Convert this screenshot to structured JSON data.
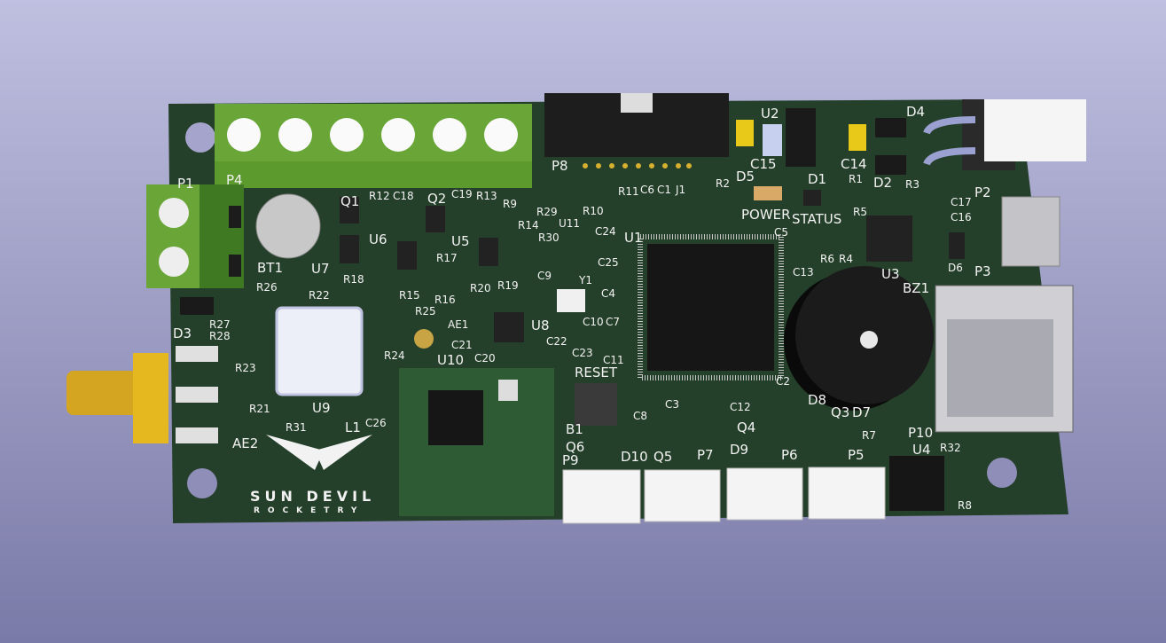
{
  "board": {
    "soldermask_color": "#25402a",
    "terminal_color": "#6aa637",
    "logo": {
      "line1": "SUN DEVIL",
      "line2": "ROCKETRY"
    }
  },
  "silkscreen_labels": {
    "P1": "P1",
    "P4": "P4",
    "Q1": "Q1",
    "R12": "R12",
    "C18": "C18",
    "Q2": "Q2",
    "C19": "C19",
    "R13": "R13",
    "R9": "R9",
    "R29": "R29",
    "U11": "U11",
    "R30": "R30",
    "C24": "C24",
    "R10": "R10",
    "R11": "R11",
    "C6": "C6",
    "C1": "C1",
    "J1": "J1",
    "P8": "P8",
    "R2": "R2",
    "D5": "D5",
    "D1": "D1",
    "R1": "R1",
    "D2": "D2",
    "R3": "R3",
    "C15": "C15",
    "U2": "U2",
    "C14": "C14",
    "D4": "D4",
    "P2": "P2",
    "POWER": "POWER",
    "STATUS": "STATUS",
    "C5": "C5",
    "R5": "R5",
    "C17": "C17",
    "C16": "C16",
    "U1": "U1",
    "R6": "R6",
    "R4": "R4",
    "C13": "C13",
    "U3": "U3",
    "D6": "D6",
    "P3": "P3",
    "BZ1": "BZ1",
    "BT1": "BT1",
    "U7": "U7",
    "U6": "U6",
    "U5": "U5",
    "R14": "R14",
    "R17": "R17",
    "R18": "R18",
    "R15": "R15",
    "R16": "R16",
    "R22": "R22",
    "R26": "R26",
    "R20": "R20",
    "R19": "R19",
    "C9": "C9",
    "Y1": "Y1",
    "C4": "C4",
    "C25": "C25",
    "R27": "R27",
    "R28": "R28",
    "D3": "D3",
    "R25": "R25",
    "AE1": "AE1",
    "U8": "U8",
    "C10": "C10",
    "C7": "C7",
    "C21": "C21",
    "C22": "C22",
    "R24": "R24",
    "C20": "C20",
    "C23": "C23",
    "C11": "C11",
    "U10": "U10",
    "R23": "R23",
    "RESET": "RESET",
    "C2": "C2",
    "C3": "C3",
    "C8": "C8",
    "C12": "C12",
    "D8": "D8",
    "Q3": "Q3",
    "D7": "D7",
    "R21": "R21",
    "U9": "U9",
    "R31": "R31",
    "L1": "L1",
    "C26": "C26",
    "AE2": "AE2",
    "B1": "B1",
    "Q6": "Q6",
    "D10": "D10",
    "Q5": "Q5",
    "P7": "P7",
    "D9": "D9",
    "Q4": "Q4",
    "P6": "P6",
    "P5": "P5",
    "R7": "R7",
    "P10": "P10",
    "R32": "R32",
    "U4": "U4",
    "P9": "P9",
    "R8": "R8"
  }
}
